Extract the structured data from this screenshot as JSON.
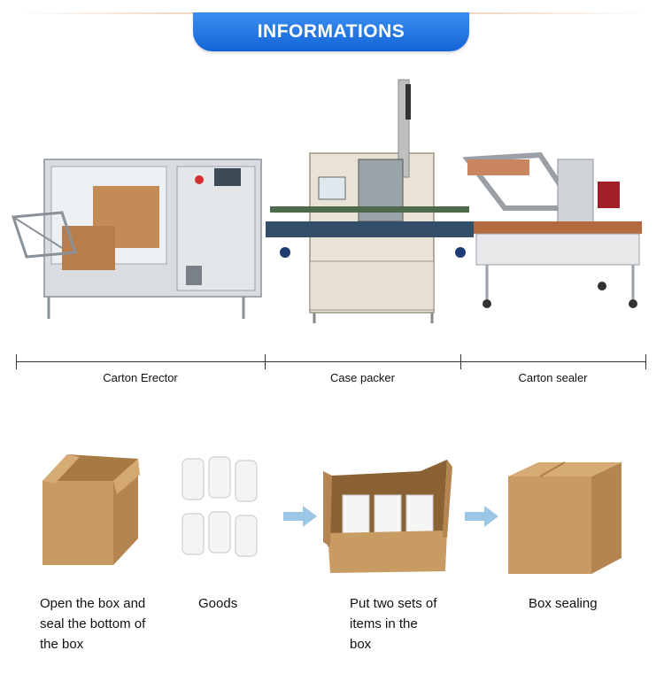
{
  "header": {
    "title": "INFORMATIONS"
  },
  "machines": [
    {
      "label": "Carton Erector"
    },
    {
      "label": "Case packer"
    },
    {
      "label": "Carton sealer"
    }
  ],
  "process": [
    {
      "text": "Open the box and seal the bottom of the box"
    },
    {
      "text": "Goods"
    },
    {
      "text": "Put two sets of items in the box"
    },
    {
      "text": "Box sealing"
    }
  ],
  "colors": {
    "banner": "#1f73e0",
    "arrow": "#9cc6e6",
    "cardboard": "#c9a06b"
  }
}
